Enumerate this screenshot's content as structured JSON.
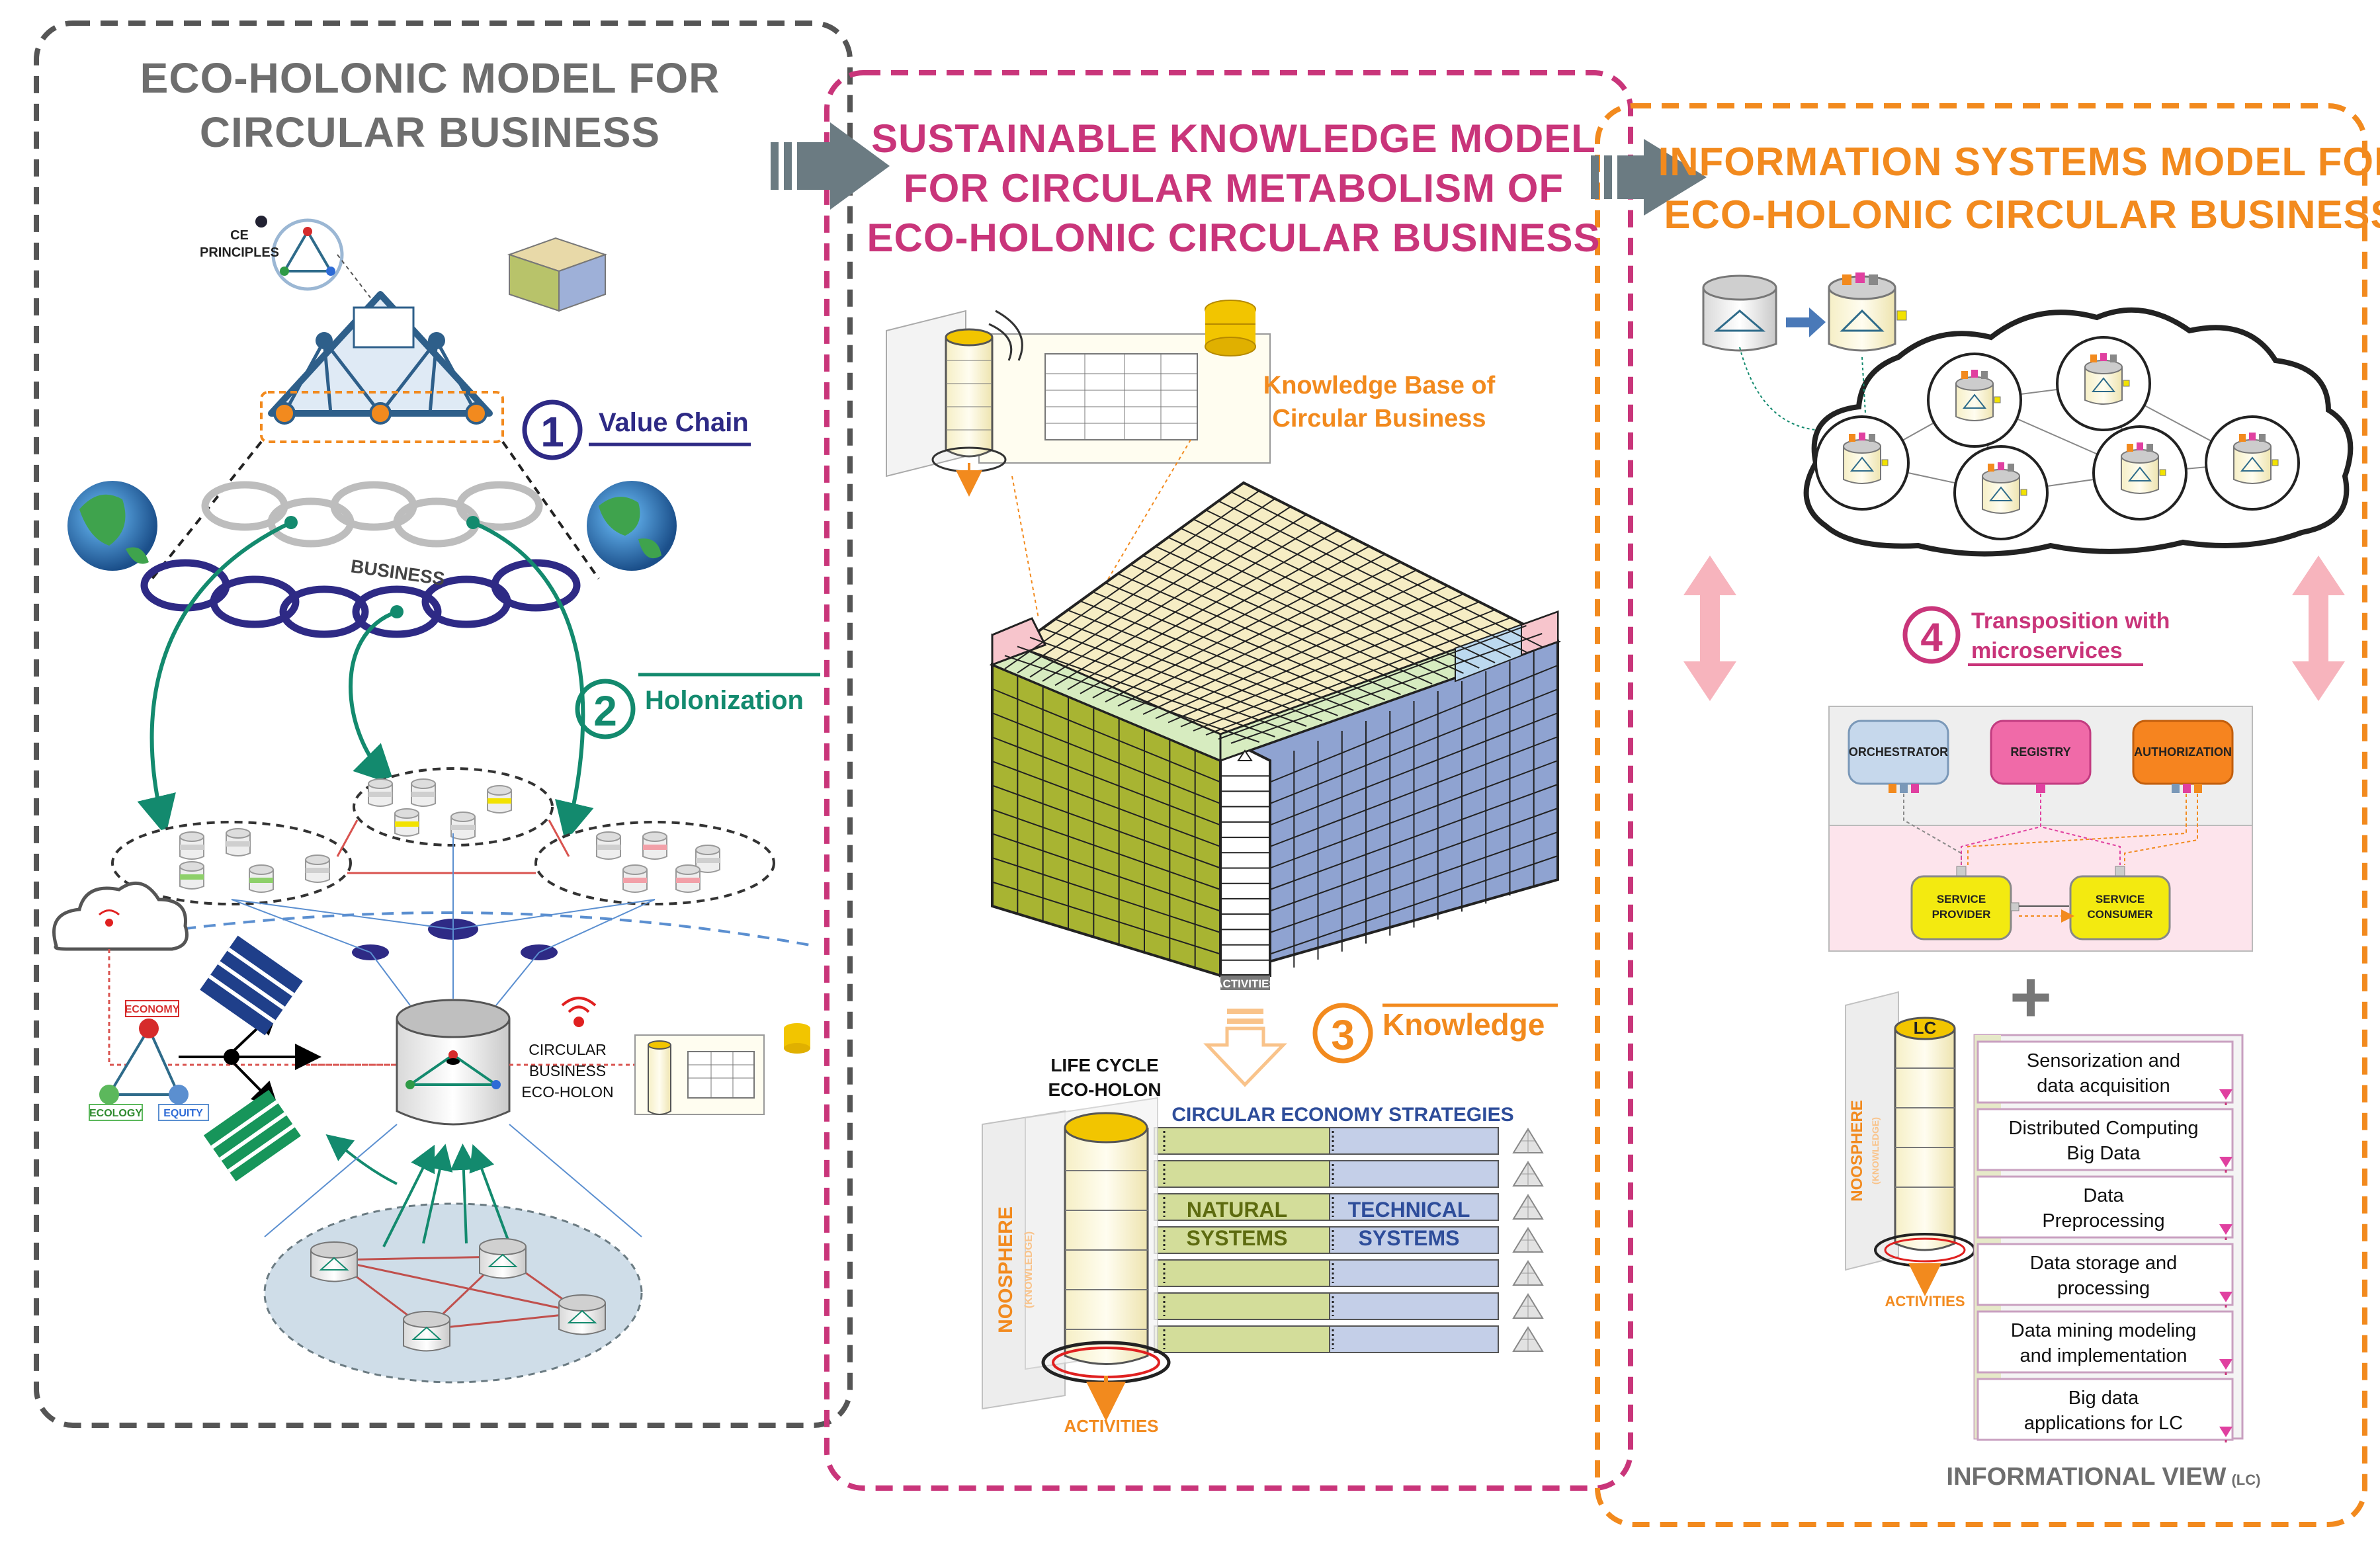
{
  "panel1": {
    "title_line1": "ECO-HOLONIC MODEL FOR",
    "title_line2": "CIRCULAR BUSINESS",
    "ce_principles_line1": "CE",
    "ce_principles_line2": "PRINCIPLES",
    "step1_number": "1",
    "step1_label": "Value Chain",
    "step2_number": "2",
    "step2_label": "Holonization",
    "business_label": "BUSINESS",
    "economy_label": "ECONOMY",
    "ecology_label": "ECOLOGY",
    "equity_label": "EQUITY",
    "eco_holon_line1": "CIRCULAR",
    "eco_holon_line2": "BUSINESS",
    "eco_holon_line3": "ECO-HOLON"
  },
  "panel2": {
    "title_line1": "SUSTAINABLE KNOWLEDGE MODEL",
    "title_line2": "FOR CIRCULAR METABOLISM OF",
    "title_line3": "ECO-HOLONIC CIRCULAR BUSINESS",
    "kb_line1": "Knowledge Base of",
    "kb_line2": "Circular Business",
    "activities_label": "ACTIVITIES",
    "step3_number": "3",
    "step3_label": "Knowledge",
    "life_cycle_line1": "LIFE CYCLE",
    "life_cycle_line2": "ECO-HOLON",
    "ce_strategies": "CIRCULAR ECONOMY STRATEGIES",
    "natural_line1": "NATURAL",
    "natural_line2": "SYSTEMS",
    "technical_line1": "TECHNICAL",
    "technical_line2": "SYSTEMS",
    "noosphere": "NOOSPHERE",
    "knowledge_sub": "(KNOWLEDGE)",
    "activities_bottom": "ACTIVITIES"
  },
  "panel3": {
    "title_line1": "INFORMATION SYSTEMS MODEL FOR",
    "title_line2": "ECO-HOLONIC CIRCULAR BUSINESS",
    "step4_number": "4",
    "step4_line1": "Transposition with",
    "step4_line2": "microservices",
    "orchestrator": "ORCHESTRATOR",
    "registry": "REGISTRY",
    "authorization": "AUTHORIZATION",
    "provider_line1": "SERVICE",
    "provider_line2": "PROVIDER",
    "consumer_line1": "SERVICE",
    "consumer_line2": "CONSUMER",
    "plus": "+",
    "lc_label": "LC",
    "noosphere": "NOOSPHERE",
    "knowledge_sub": "(KNOWLEDGE)",
    "activities": "ACTIVITIES",
    "stages": [
      {
        "line1": "Sensorization and",
        "line2": "data acquisition"
      },
      {
        "line1": "Distributed Computing",
        "line2": "Big Data"
      },
      {
        "line1": "Data",
        "line2": "Preprocessing"
      },
      {
        "line1": "Data storage and",
        "line2": "processing"
      },
      {
        "line1": "Data mining modeling",
        "line2": "and implementation"
      },
      {
        "line1": "Big data",
        "line2": "applications for LC"
      }
    ],
    "informational_view": "INFORMATIONAL VIEW",
    "informational_view_sub": "(LC)"
  },
  "colors": {
    "gray_title": "#6e6e6e",
    "pink_title": "#c9357a",
    "orange_title": "#f28a1e",
    "navy": "#2e2a85",
    "teal": "#138a6e",
    "arrow_gray": "#6b7b82",
    "olive": "#a8b432",
    "blue_face": "#8fa3d1"
  }
}
